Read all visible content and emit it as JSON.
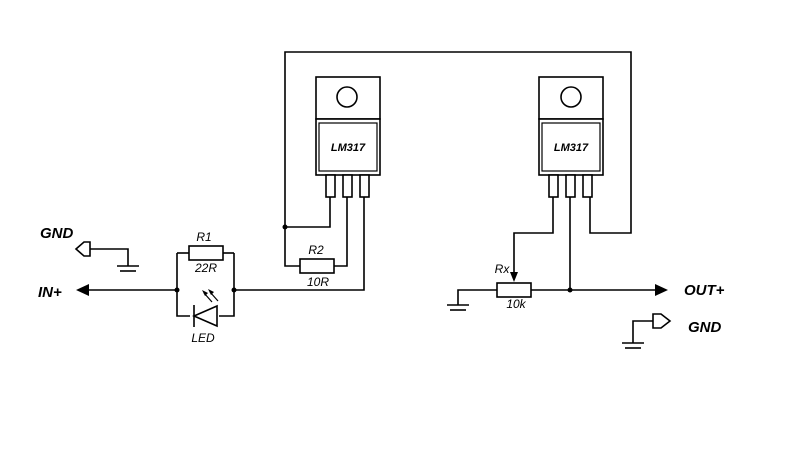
{
  "labels": {
    "gnd_in": "GND",
    "in_plus": "IN+",
    "out_plus": "OUT+",
    "gnd_out": "GND"
  },
  "components": {
    "r1": {
      "name": "R1",
      "value": "22R"
    },
    "r2": {
      "name": "R2",
      "value": "10R"
    },
    "rx": {
      "name": "Rx",
      "value": "10k"
    },
    "led": {
      "name": "LED"
    },
    "reg1": {
      "name": "LM317"
    },
    "reg2": {
      "name": "LM317"
    }
  }
}
